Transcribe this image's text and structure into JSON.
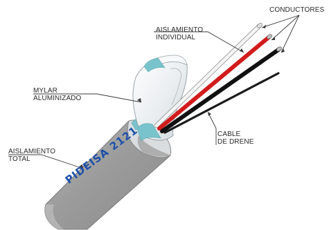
{
  "labels": {
    "conductores": "CONDUCTORES",
    "aislamiento_individual": [
      "AISLAMIENTO",
      "INDIVIDUAL"
    ],
    "mylar_aluminizado": [
      "MYLAR",
      "ALUMINIZADO"
    ],
    "cable_de_drene": [
      "CABLE",
      "DE DRENE"
    ],
    "aislamiento_total": [
      "AISLAMIENTO",
      "TOTAL"
    ]
  },
  "brand_text": "PIDEISA 2121",
  "colors": {
    "jacket": "#9a9a9a",
    "conductor_red": "#d21c1c",
    "conductor_black": "#111111",
    "conductor_white": "#f4f4f4",
    "foil": "#e6ebee",
    "foil_edge_teal": "#7fc7cf",
    "brand_text": "#1d4fa8",
    "label_text": "#2a2a2a"
  },
  "icons": {
    "cable": "multiconductor-shielded-cable"
  }
}
